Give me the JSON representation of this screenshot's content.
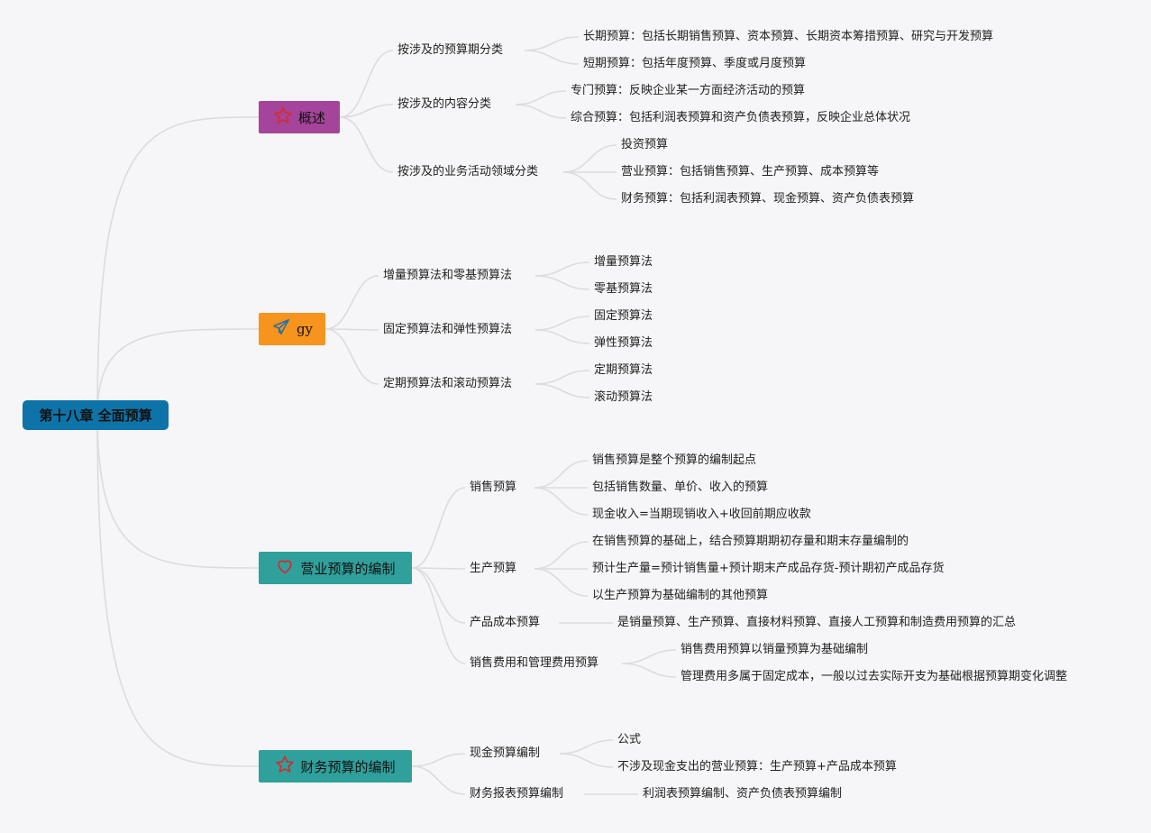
{
  "root": {
    "title": "第十八章 全面预算"
  },
  "branches": [
    {
      "label": "概述",
      "icon": "star-icon",
      "color": "#a4449a",
      "children": [
        {
          "label": "按涉及的预算期分类",
          "children": [
            "长期预算：包括长期销售预算、资本预算、长期资本筹措预算、研究与开发预算",
            "短期预算：包括年度预算、季度或月度预算"
          ]
        },
        {
          "label": "按涉及的内容分类",
          "children": [
            "专门预算：反映企业某一方面经济活动的预算",
            "综合预算：包括利润表预算和资产负债表预算，反映企业总体状况"
          ]
        },
        {
          "label": "按涉及的业务活动领域分类",
          "children": [
            "投资预算",
            "营业预算：包括销售预算、生产预算、成本预算等",
            "财务预算：包括利润表预算、现金预算、资产负债表预算"
          ]
        }
      ]
    },
    {
      "label": "gy",
      "icon": "paper-plane-icon",
      "color": "#f7941d",
      "children": [
        {
          "label": "增量预算法和零基预算法",
          "children": [
            "增量预算法",
            "零基预算法"
          ]
        },
        {
          "label": "固定预算法和弹性预算法",
          "children": [
            "固定预算法",
            "弹性预算法"
          ]
        },
        {
          "label": "定期预算法和滚动预算法",
          "children": [
            "定期预算法",
            "滚动预算法"
          ]
        }
      ]
    },
    {
      "label": "营业预算的编制",
      "icon": "heart-icon",
      "color": "#2fa09c",
      "children": [
        {
          "label": "销售预算",
          "children": [
            "销售预算是整个预算的编制起点",
            "包括销售数量、单价、收入的预算",
            "现金收入=当期现销收入+收回前期应收款"
          ]
        },
        {
          "label": "生产预算",
          "children": [
            "在销售预算的基础上，结合预算期期初存量和期末存量编制的",
            "预计生产量=预计销售量+预计期末产成品存货-预计期初产成品存货",
            "以生产预算为基础编制的其他预算"
          ]
        },
        {
          "label": "产品成本预算",
          "children": [
            "是销量预算、生产预算、直接材料预算、直接人工预算和制造费用预算的汇总"
          ]
        },
        {
          "label": "销售费用和管理费用预算",
          "children": [
            "销售费用预算以销量预算为基础编制",
            "管理费用多属于固定成本，一般以过去实际开支为基础根据预算期变化调整"
          ]
        }
      ]
    },
    {
      "label": "财务预算的编制",
      "icon": "star-icon",
      "color": "#2fa09c",
      "children": [
        {
          "label": "现金预算编制",
          "children": [
            "公式",
            "不涉及现金支出的营业预算：生产预算+产品成本预算"
          ]
        },
        {
          "label": "财务报表预算编制",
          "children": [
            "利润表预算编制、资产负债表预算编制"
          ]
        }
      ]
    }
  ]
}
